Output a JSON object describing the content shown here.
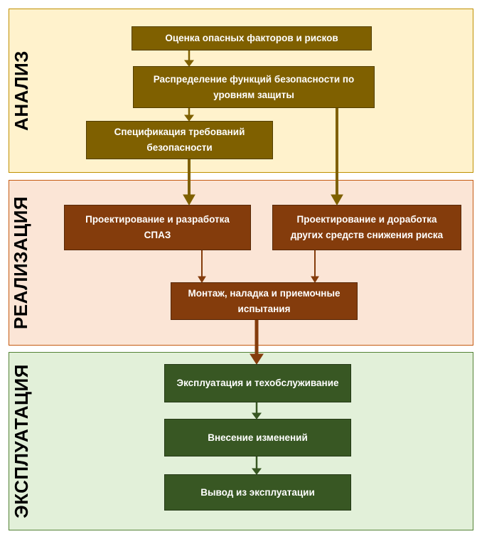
{
  "colors": {
    "analysis_bg": "#fff2cc",
    "analysis_border": "#bf9000",
    "analysis_box": "#7f6000",
    "realization_bg": "#fbe5d6",
    "realization_border": "#c55a11",
    "realization_box": "#843c0c",
    "operation_bg": "#e2f0d9",
    "operation_border": "#548235",
    "operation_box": "#385723"
  },
  "phases": {
    "analysis": {
      "label": "АНАЛИЗ"
    },
    "realization": {
      "label": "РЕАЛИЗАЦИЯ"
    },
    "operation": {
      "label": "ЭКСПЛУАТАЦИЯ"
    }
  },
  "boxes": {
    "hazard_assessment": "Оценка опасных факторов и рисков",
    "function_allocation": "Распределение функций безопасности по уровням защиты",
    "safety_requirements": "Спецификация требований безопасности",
    "spaz_design": "Проектирование и разработка СПАЗ",
    "other_means_design": "Проектирование и доработка других средств снижения риска",
    "installation": "Монтаж, наладка и приемочные испытания",
    "operation_maintenance": "Эксплуатация и техобслуживание",
    "modifications": "Внесение изменений",
    "decommissioning": "Вывод из эксплуатации"
  }
}
